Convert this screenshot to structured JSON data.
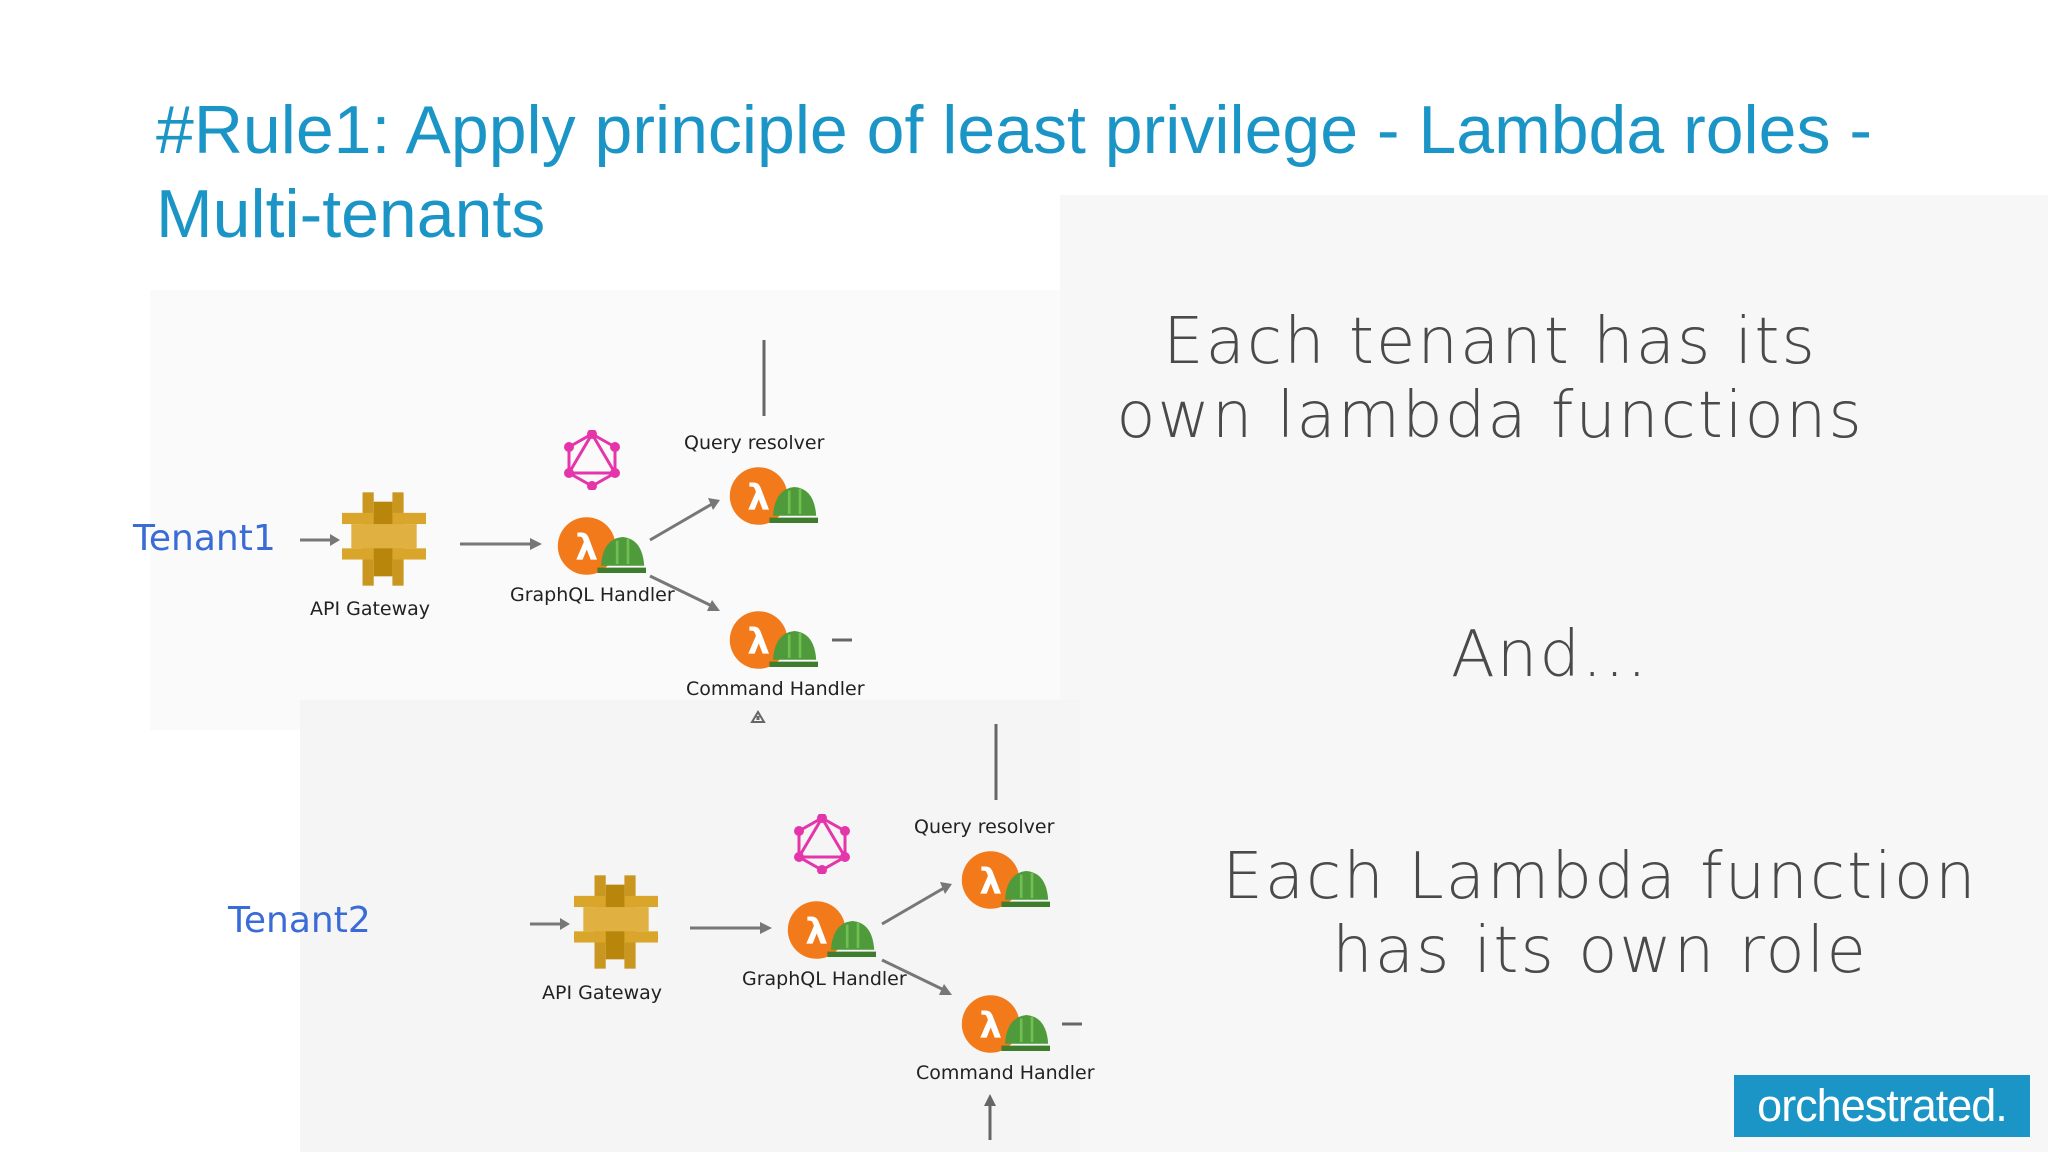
{
  "slide": {
    "title": "#Rule1: Apply principle of least privilege - Lambda roles - Multi-tenants"
  },
  "notes": {
    "note1": "Each tenant has its own lambda functions",
    "note2": "And...",
    "note3": "Each Lambda function has its own role"
  },
  "diagram": {
    "tenant1": {
      "label": "Tenant1",
      "api_gateway": "API Gateway",
      "graphql_handler": "GraphQL Handler",
      "query_resolver": "Query resolver",
      "command_handler": "Command Handler"
    },
    "tenant2": {
      "label": "Tenant2",
      "api_gateway": "API Gateway",
      "graphql_handler": "GraphQL Handler",
      "query_resolver": "Query resolver",
      "command_handler": "Command Handler"
    },
    "icons": {
      "gateway": "api-gateway-icon",
      "lambda": "lambda-icon",
      "helmet": "helmet-icon",
      "graphql": "graphql-icon"
    },
    "colors": {
      "title": "#1b95c6",
      "lambda_orange": "#f27a1a",
      "helmet_green": "#4f9a3a",
      "gateway_gold": "#c9961f",
      "graphql_pink": "#e535ab",
      "tenant_blue": "#3a6bd6",
      "brand_bg": "#1b95c6"
    }
  },
  "brand": {
    "logo_text": "orchestrated."
  }
}
